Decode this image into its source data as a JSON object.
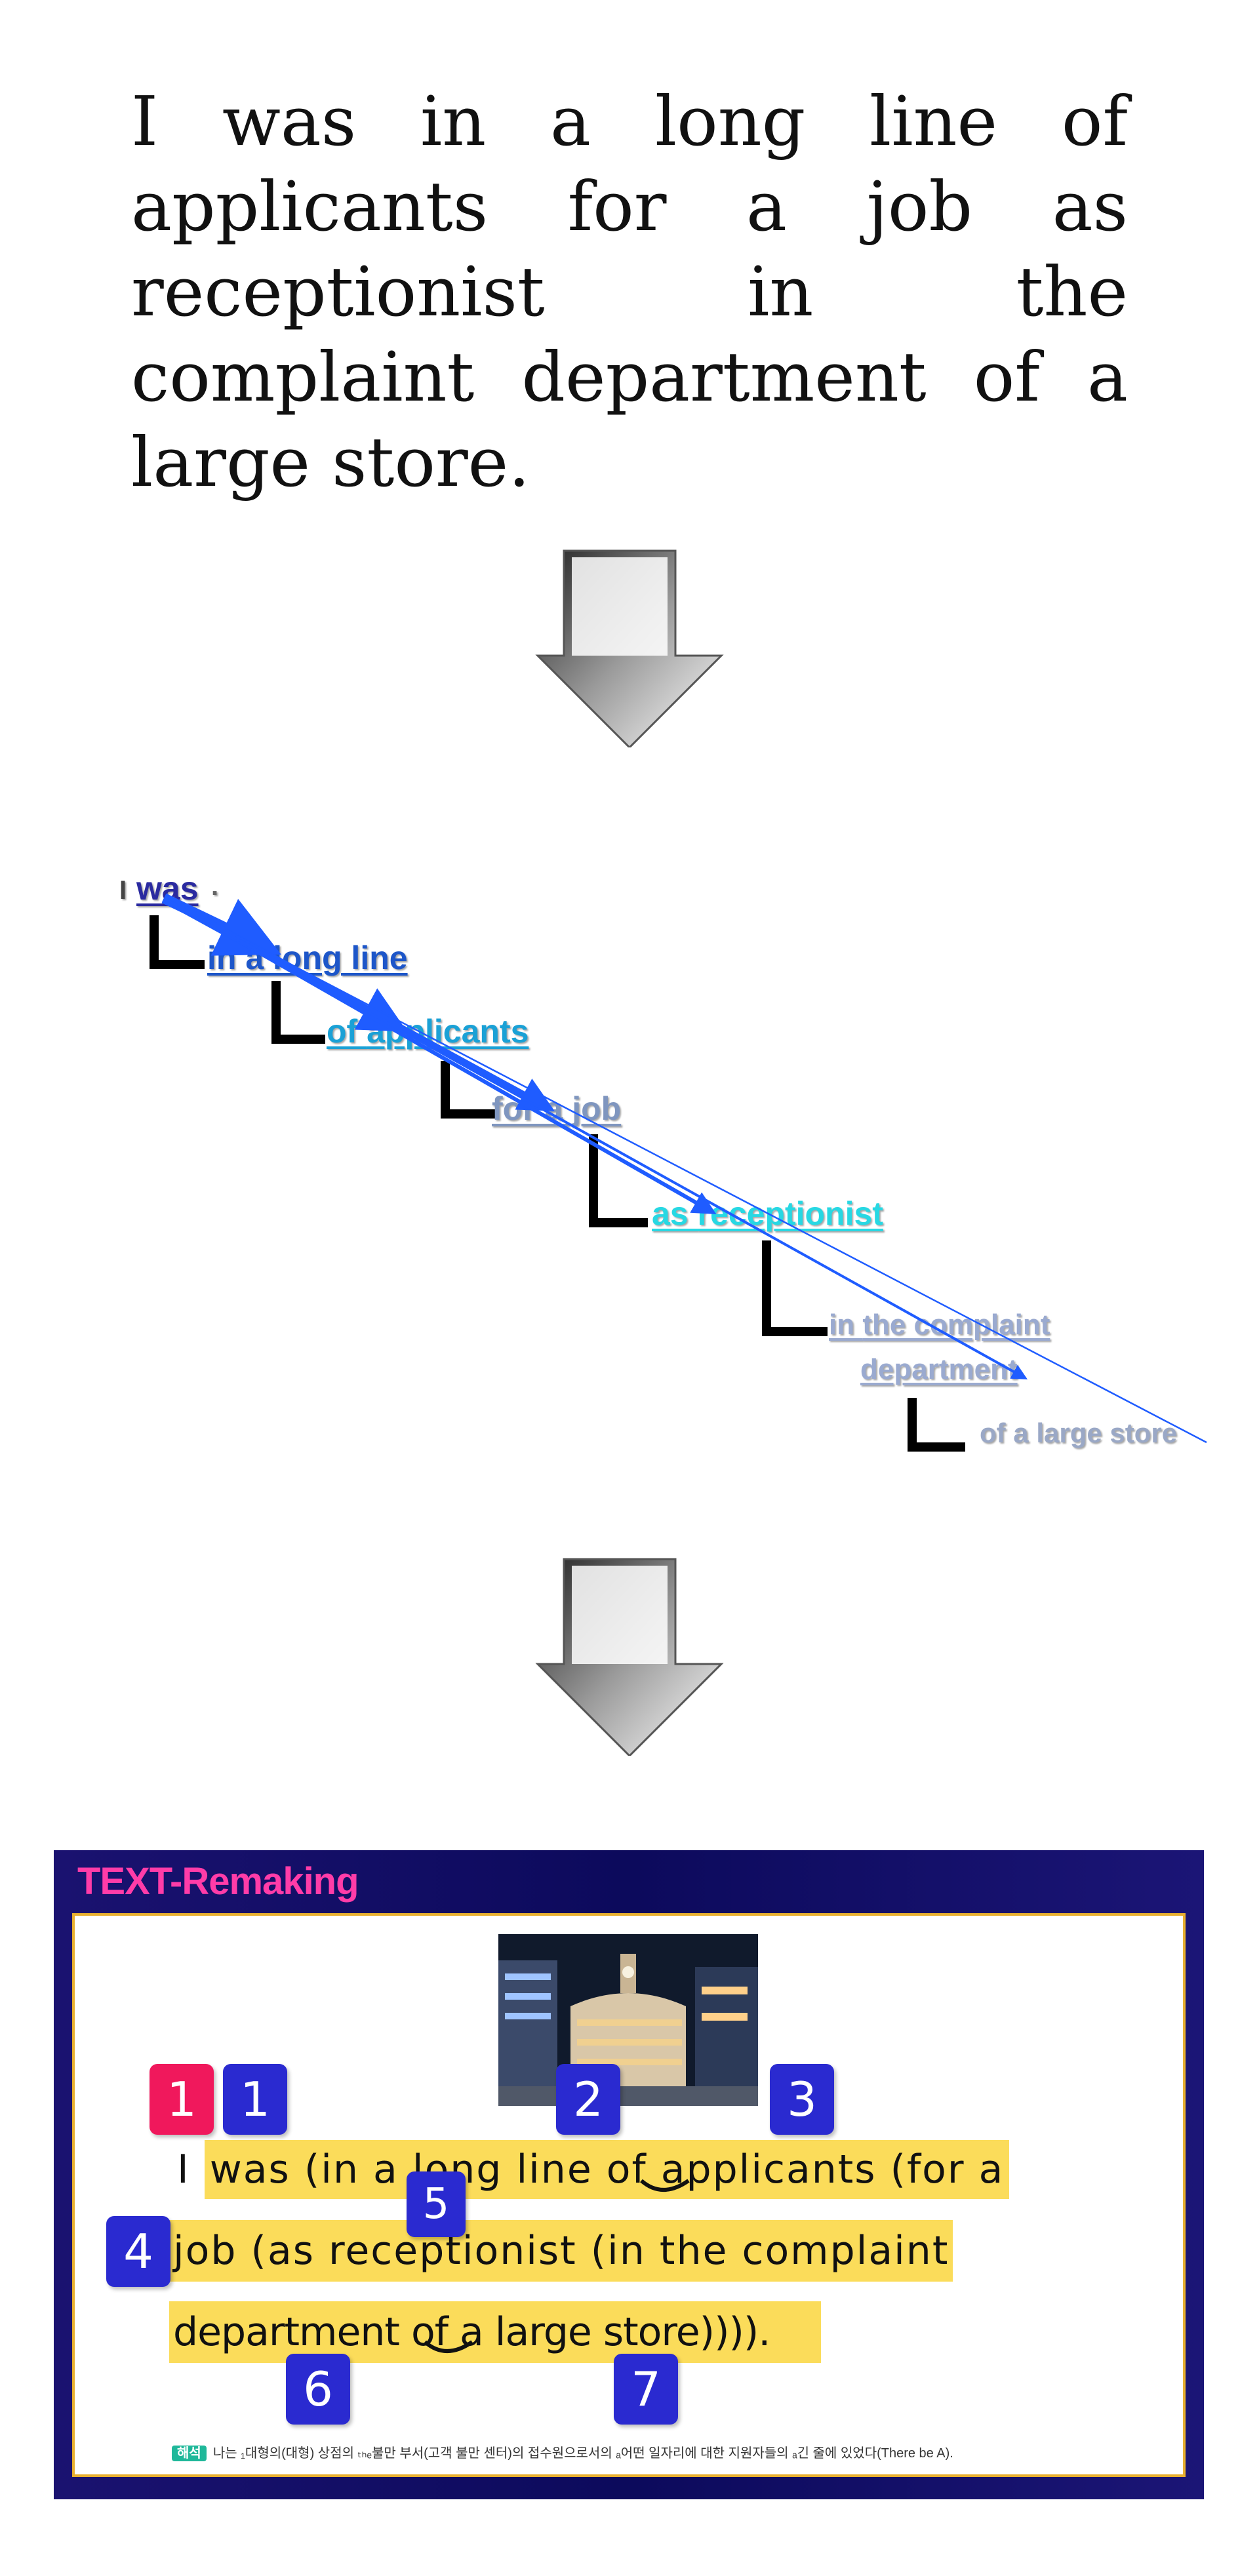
{
  "sentence": "I was in a long line of applicants for a job as receptionist in the complaint department of a large store.",
  "diagram": {
    "subject": "I",
    "verb": "was",
    "period": ".",
    "phrases": [
      {
        "text_a": "in a long line",
        "color": "#1d56c9"
      },
      {
        "text_a": "of ",
        "text_b": "applicants",
        "color": "#1aa1d6"
      },
      {
        "text_a": "for a job",
        "color": "#7f96bf"
      },
      {
        "text_a": "as ",
        "text_b": "receptionist",
        "color": "#27d8e3"
      },
      {
        "text_a": "in ",
        "text_b": "the complaint",
        "color": "#9aaad0"
      },
      {
        "text_a": "department",
        "color": "#9aaad0"
      },
      {
        "text_a": "of a large store",
        "color": "#9aa8c6"
      }
    ]
  },
  "panel": {
    "title": "TEXT-Remaking",
    "lines": [
      {
        "prefix": "I",
        "text": "was (in a long line of applicants (for a"
      },
      {
        "text": "job (as receptionist (in the complaint"
      },
      {
        "text": "department of a large store)))).",
        "suffix": ""
      }
    ],
    "badges": [
      "1",
      "1",
      "2",
      "3",
      "4",
      "5",
      "6",
      "7"
    ],
    "translation_tag": "해석",
    "translation": "나는 ₁대형의(대형) 상점의 ₜₕₑ불만 부서(고객 불만 센터)의 접수원으로서의 ₐ어떤 일자리에 대한 지원자들의 ₐ긴 줄에 있었다(There be A)."
  },
  "colors": {
    "panel_bg": "#0c0a5c",
    "title": "#ff3ca8",
    "highlight": "#fbdc5a",
    "badge_blue": "#2a2ad0",
    "badge_red": "#f0185c",
    "arrow_blue": "#1f5cff"
  }
}
